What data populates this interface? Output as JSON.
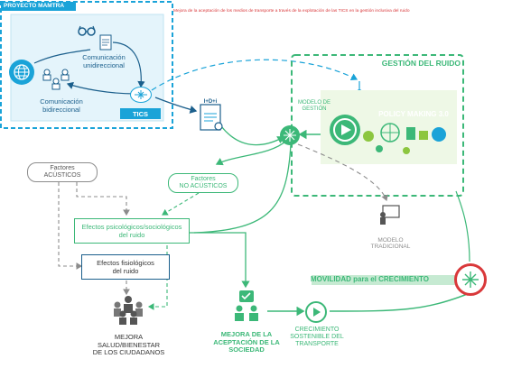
{
  "header_text": "Mejora de la aceptación de los medios de transporte a través de la explotación de las TICS en la gestión inclusiva del ruido",
  "proyecto": {
    "title": "PROYECTO MAMTRA",
    "unidireccional": [
      "Comunicación",
      "unidireccional"
    ],
    "bidireccional": [
      "Comunicación",
      "bidireccional"
    ],
    "tics": "TICS"
  },
  "doc_icon_text": "I+D+i",
  "gestion": {
    "title": "GESTIÓN DEL RUIDO",
    "modelo_label": [
      "MODELO DE",
      "GESTIÓN"
    ],
    "policy_title": "POLICY MAKING 3.0"
  },
  "modelo_tradicional": [
    "MODELO",
    "TRADICIONAL"
  ],
  "factores_acusticos": [
    "Factores",
    "ACÚSTICOS"
  ],
  "factores_no_acusticos": [
    "Factores",
    "NO ACÚSTICOS"
  ],
  "efectos_psico": [
    "Efectos psicológicos/sociológicos",
    "del ruido"
  ],
  "efectos_fisio": [
    "Efectos fisiológicos",
    "del ruido"
  ],
  "movilidad": "MOVILIDAD para el CRECIMIENTO",
  "bottom": {
    "mejora_salud": [
      "MEJORA",
      "SALUD/BIENESTAR",
      "DE LOS CIUDADANOS"
    ],
    "mejora_aceptacion": [
      "MEJORA DE LA",
      "ACEPTACIÓN DE LA",
      "SOCIEDAD"
    ],
    "crecimiento": [
      "CRECIMIENTO",
      "SOSTENIBLE DEL",
      "TRANSPORTE"
    ]
  },
  "colors": {
    "blue": "#1aa3d8",
    "dark_blue": "#1b5f8c",
    "green": "#3cb878",
    "light_green": "#8cc63f",
    "red": "#d9383a",
    "gray": "#8c8c8c"
  }
}
